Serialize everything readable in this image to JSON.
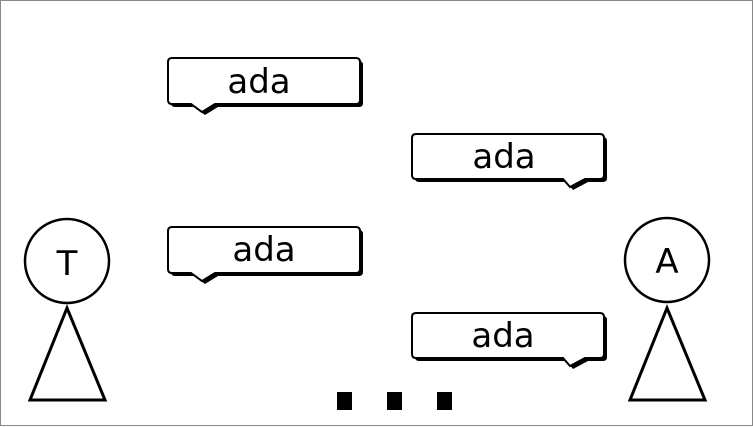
{
  "figure_left": {
    "label": "T"
  },
  "figure_right": {
    "label": "A"
  },
  "bubbles": [
    {
      "text": "ada",
      "from": "T"
    },
    {
      "text": "ada",
      "from": "A"
    },
    {
      "text": "ada",
      "from": "T"
    },
    {
      "text": "ada",
      "from": "A"
    }
  ],
  "ellipsis": "..."
}
